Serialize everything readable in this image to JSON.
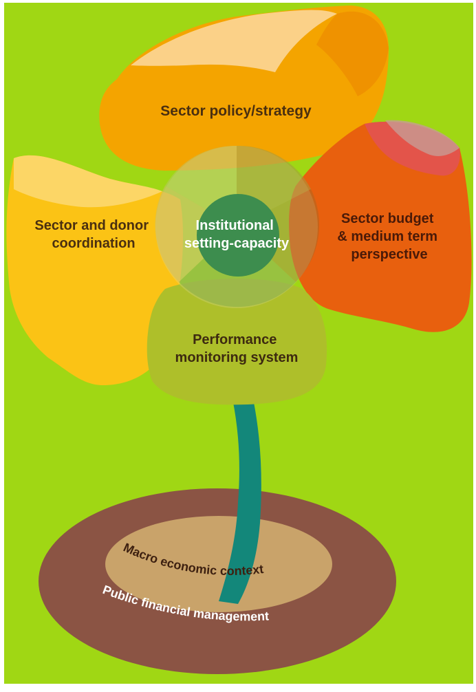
{
  "petals": {
    "top": {
      "label": "Sector policy/strategy",
      "color": "#f4a400"
    },
    "left": {
      "lines": [
        "Sector and donor",
        "coordination"
      ],
      "color": "#fbc315"
    },
    "right": {
      "lines": [
        "Sector budget",
        "& medium term",
        "perspective"
      ],
      "color": "#e8600e"
    },
    "bottom": {
      "lines": [
        "Performance",
        "monitoring system"
      ],
      "color": "#aebf2a"
    }
  },
  "center": {
    "lines": [
      "Institutional",
      "setting-capacity"
    ],
    "color": "#3d8d4e"
  },
  "stem": {
    "color": "#13877a"
  },
  "ground": {
    "inner_label": "Macro economic context",
    "outer_label": "Public financial management",
    "inner_color": "#c9a36a",
    "outer_color": "#8b5444"
  },
  "background_color": "#a0d714"
}
